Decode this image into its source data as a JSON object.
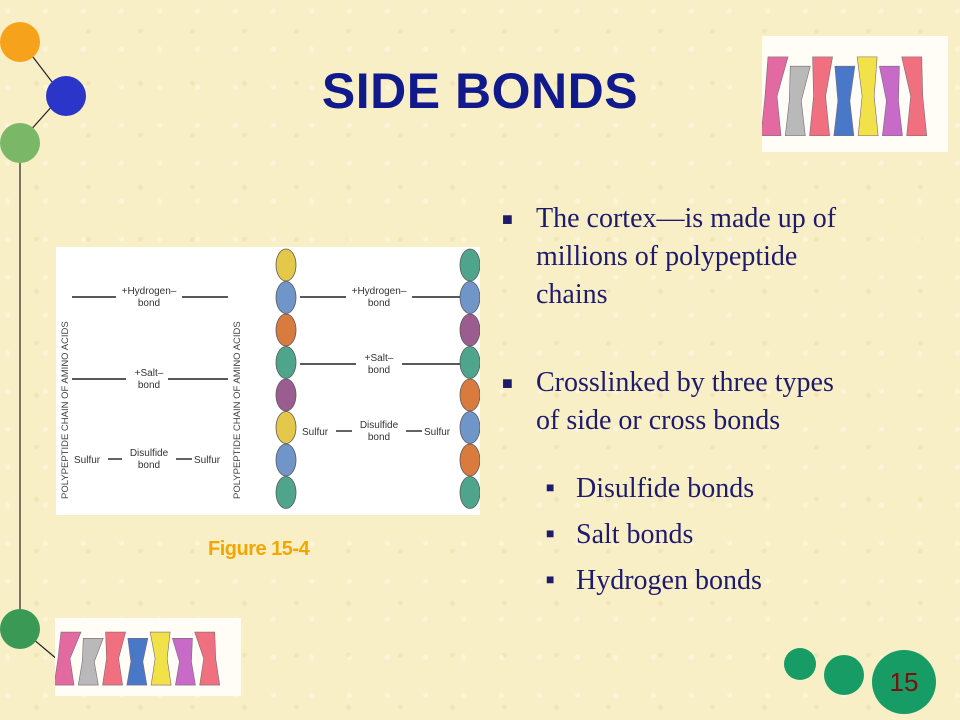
{
  "slide": {
    "title": "SIDE BONDS",
    "bullets": [
      {
        "text_line1": "The cortex—is made up of",
        "text_line2": "millions of polypeptide",
        "text_line3": "chains"
      },
      {
        "text_line1": "Crosslinked by three types",
        "text_line2": "of side or cross bonds"
      }
    ],
    "sub_bullets": [
      "Disulfide bonds",
      "Salt bonds",
      "Hydrogen bonds"
    ],
    "figure_caption": "Figure 15-4",
    "slide_number": "15"
  },
  "figure": {
    "chain_label": "POLYPEPTIDE CHAIN OF AMINO ACIDS",
    "left_panel": {
      "hydrogen_label_1": "+Hydrogen–",
      "hydrogen_label_2": "bond",
      "salt_label_1": "+Salt–",
      "salt_label_2": "bond",
      "sulfur_left": "Sulfur",
      "disulfide_label_1": "Disulfide",
      "disulfide_label_2": "bond",
      "sulfur_right": "Sulfur"
    },
    "right_panel": {
      "hydrogen_label_1": "+Hydrogen–",
      "hydrogen_label_2": "bond",
      "salt_label_1": "+Salt–",
      "salt_label_2": "bond",
      "sulfur_left": "Sulfur",
      "disulfide_label_1": "Disulfide",
      "disulfide_label_2": "bond",
      "sulfur_right": "Sulfur"
    },
    "bead_colors_left": [
      "#e3c84a",
      "#6f95c9",
      "#d97a3e",
      "#4fa58c",
      "#9b5c8f",
      "#e3c84a",
      "#6f95c9",
      "#4fa58c"
    ],
    "bead_colors_right": [
      "#4fa58c",
      "#6f95c9",
      "#9b5c8f",
      "#4fa58c",
      "#d97a3e",
      "#6f95c9",
      "#d97a3e",
      "#4fa58c"
    ]
  },
  "colors": {
    "background": "#f9efc6",
    "title": "#111a8c",
    "bullet_text": "#1e1b6e",
    "caption": "#f2a700",
    "slide_number_circle": "#169c64",
    "slide_number_text": "#7a1010"
  },
  "decorations": {
    "top_left_dots": [
      "#f7a21b",
      "#2b35c9",
      "#7ab867"
    ],
    "bottom_left_dot": "#3a9a55",
    "bottom_right_dots": [
      "#169c64",
      "#169c64"
    ],
    "hair_rollers_colors": [
      "#e36aa0",
      "#b9b9b9",
      "#f07080",
      "#4a78c8",
      "#f2e24a",
      "#c86ac8",
      "#f07080"
    ]
  }
}
